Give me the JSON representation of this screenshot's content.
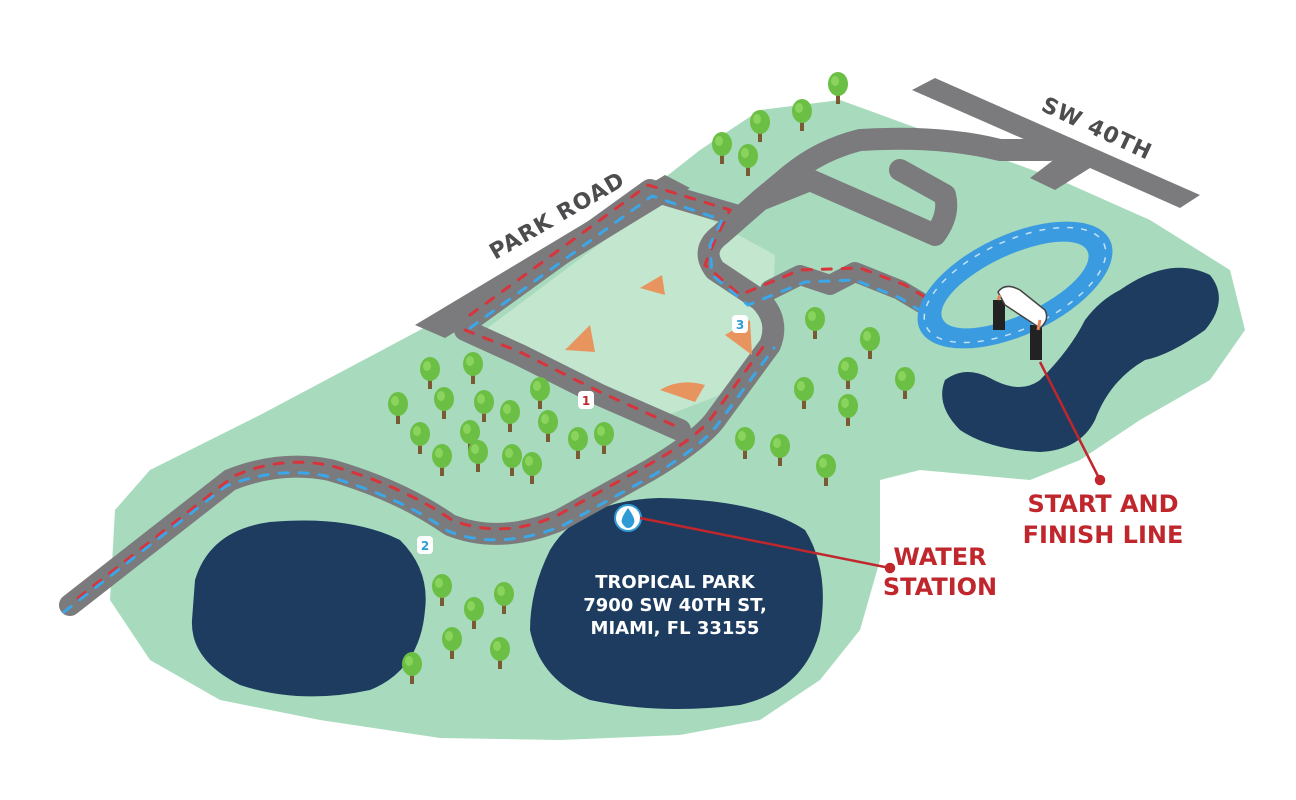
{
  "roads": {
    "park_road": "PARK ROAD",
    "sw_40th": "SW 40TH"
  },
  "callouts": {
    "start_finish_line1": "START AND",
    "start_finish_line2": "FINISH LINE",
    "water_station_line1": "WATER",
    "water_station_line2": "STATION"
  },
  "location": {
    "line1": "TROPICAL PARK",
    "line2": "7900 SW 40TH ST,",
    "line3": "MIAMI, FL 33155"
  },
  "markers": [
    {
      "label": "1",
      "color": "#c0272d"
    },
    {
      "label": "2",
      "color": "#2e9bd6"
    },
    {
      "label": "3",
      "color": "#2e9bd6"
    }
  ],
  "icons": {
    "water_station": "water-drop-icon",
    "start_finish": "arch-icon"
  },
  "colors": {
    "grass": "#a8dbbd",
    "field": "#c3e6cf",
    "road": "#7b7b7d",
    "water": "#1d3c5f",
    "track": "#3a9be0",
    "route_red": "#d7343b",
    "route_blue": "#3ba6e8",
    "tree": "#6bbf45",
    "callout": "#c0272d"
  }
}
